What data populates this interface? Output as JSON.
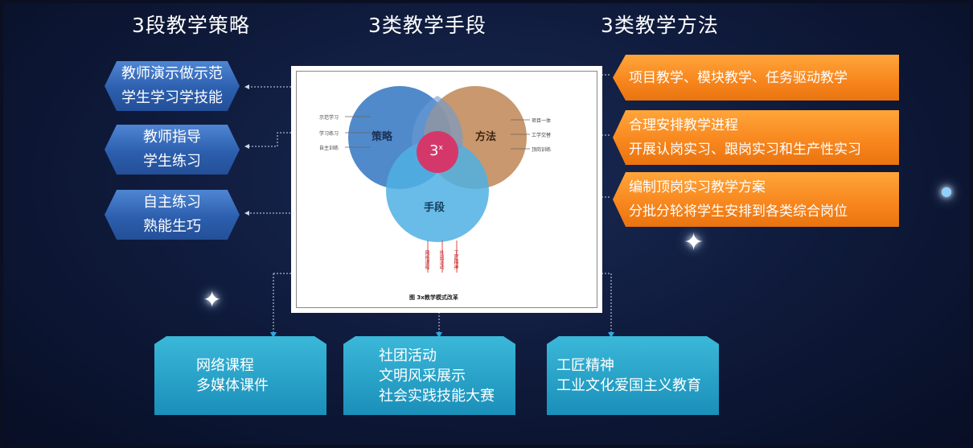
{
  "headings": {
    "strategy": "3段教学策略",
    "means": "3类教学手段",
    "methods": "3类教学方法"
  },
  "strategies": [
    {
      "line1": "教师演示做示范",
      "line2": "学生学习学技能"
    },
    {
      "line1": "教师指导",
      "line2": "学生练习"
    },
    {
      "line1": "自主练习",
      "line2": "熟能生巧"
    }
  ],
  "methods": [
    {
      "line1": "项目教学、模块教学、任务驱动教学",
      "line2": ""
    },
    {
      "line1": "合理安排教学进程",
      "line2": "开展认岗实习、跟岗实习和生产性实习"
    },
    {
      "line1": "编制顶岗实习教学方案",
      "line2": "分批分轮将学生安排到各类综合岗位"
    }
  ],
  "means": [
    {
      "line1": "网络课程",
      "line2": "多媒体课件",
      "line3": ""
    },
    {
      "line1": "社团活动",
      "line2": "文明风采展示",
      "line3": "社会实践技能大赛"
    },
    {
      "line1": "工匠精神",
      "line2": "工业文化爱国主义教育",
      "line3": ""
    }
  ],
  "venn": {
    "strategy_label": "策略",
    "methods_label": "方法",
    "means_label": "手段",
    "center_base": "3",
    "center_sup": "x",
    "caption": "图  3x教学模式改革",
    "left_notes": [
      "示范学习",
      "学习练习",
      "自主训练"
    ],
    "right_notes": [
      "项目一体",
      "工学交替",
      "顶岗训练"
    ],
    "bottom_notes": [
      "网络课程",
      "社团活动",
      "工匠精神"
    ],
    "colors": {
      "strategy": "#3d7dc4",
      "methods": "#c28a5a",
      "means": "#4fb0e3",
      "center": "#d4386a"
    }
  }
}
